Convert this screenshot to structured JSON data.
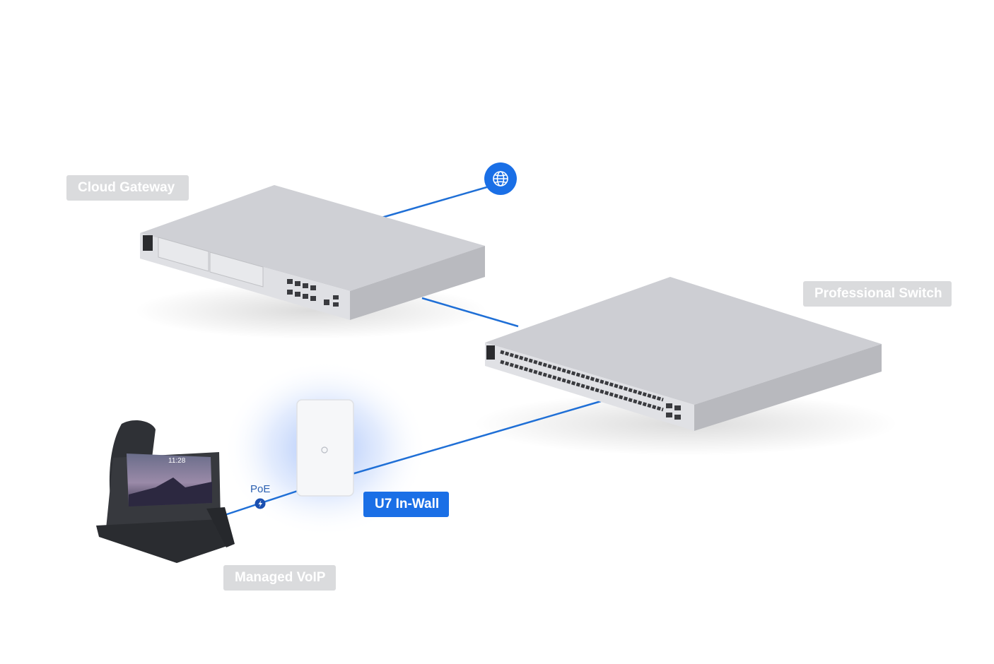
{
  "devices": {
    "cloud_gateway": {
      "label": "Cloud Gateway"
    },
    "professional_switch": {
      "label": "Professional Switch"
    },
    "access_point": {
      "label": "U7 In-Wall"
    },
    "voip_phone": {
      "label": "Managed VoIP",
      "screen_time": "11:28"
    }
  },
  "links": {
    "poe_label": "PoE"
  },
  "internet": {
    "icon": "globe-icon"
  },
  "colors": {
    "accent": "#1a6fe6",
    "link_line": "#1f6fd6",
    "label_gray": "#dadbdd",
    "device_body": "#c9cacf",
    "phone_body": "#2f3136"
  }
}
